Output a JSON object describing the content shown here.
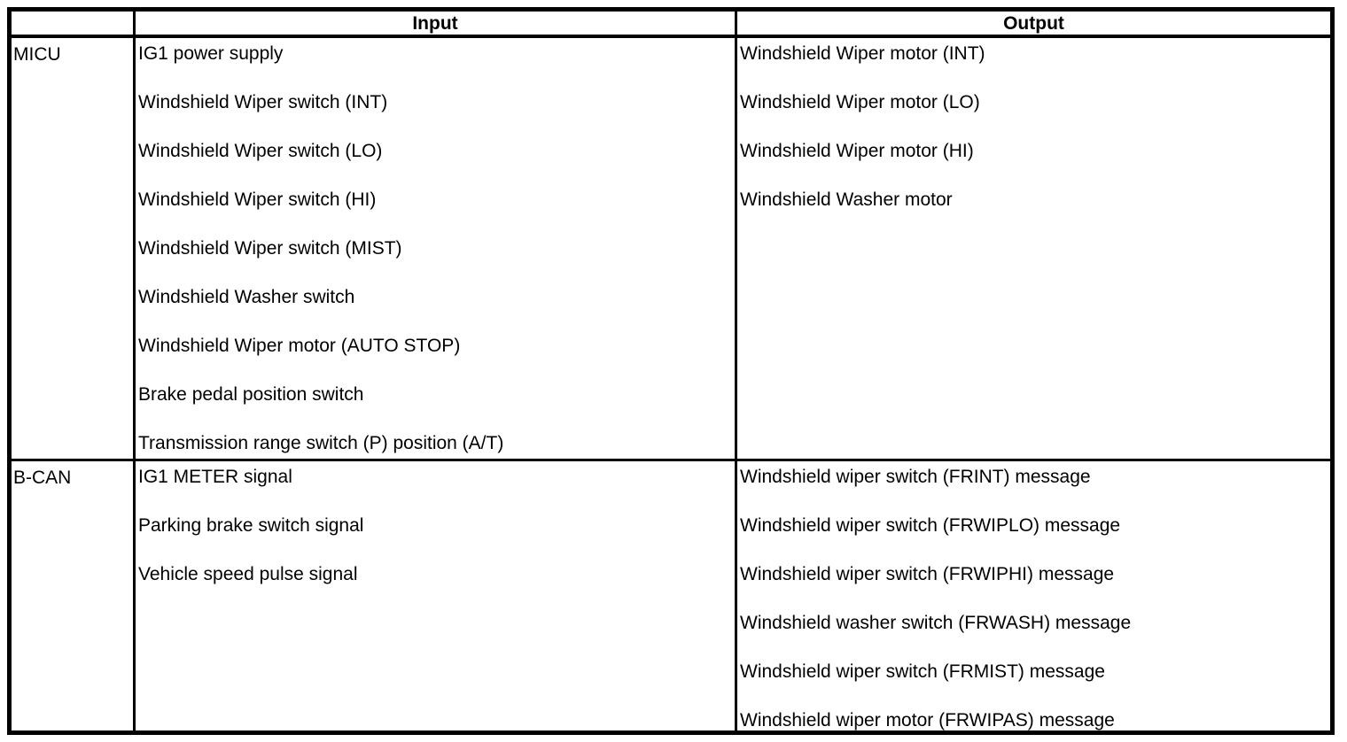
{
  "table": {
    "headers": {
      "corner": "",
      "input": "Input",
      "output": "Output"
    },
    "rows": [
      {
        "label": "MICU",
        "inputs": [
          "IG1 power supply",
          "Windshield Wiper switch (INT)",
          "Windshield Wiper switch (LO)",
          "Windshield Wiper switch (HI)",
          "Windshield Wiper switch (MIST)",
          "Windshield Washer switch",
          "Windshield Wiper motor (AUTO STOP)",
          "Brake pedal position switch",
          "Transmission range switch (P) position (A/T)"
        ],
        "outputs": [
          "Windshield Wiper motor (INT)",
          "Windshield Wiper motor (LO)",
          "Windshield Wiper motor (HI)",
          "Windshield Washer motor"
        ]
      },
      {
        "label": "B-CAN",
        "inputs": [
          "IG1 METER signal",
          "Parking brake switch signal",
          "Vehicle speed pulse signal"
        ],
        "outputs": [
          "Windshield wiper switch (FRINT) message",
          "Windshield wiper switch (FRWIPLO) message",
          "Windshield wiper switch (FRWIPHI) message",
          "Windshield washer switch (FRWASH) message",
          "Windshield wiper switch (FRMIST) message",
          "Windshield wiper motor (FRWIPAS) message"
        ]
      }
    ],
    "colors": {
      "border": "#000000",
      "background": "#ffffff",
      "text": "#000000"
    }
  }
}
